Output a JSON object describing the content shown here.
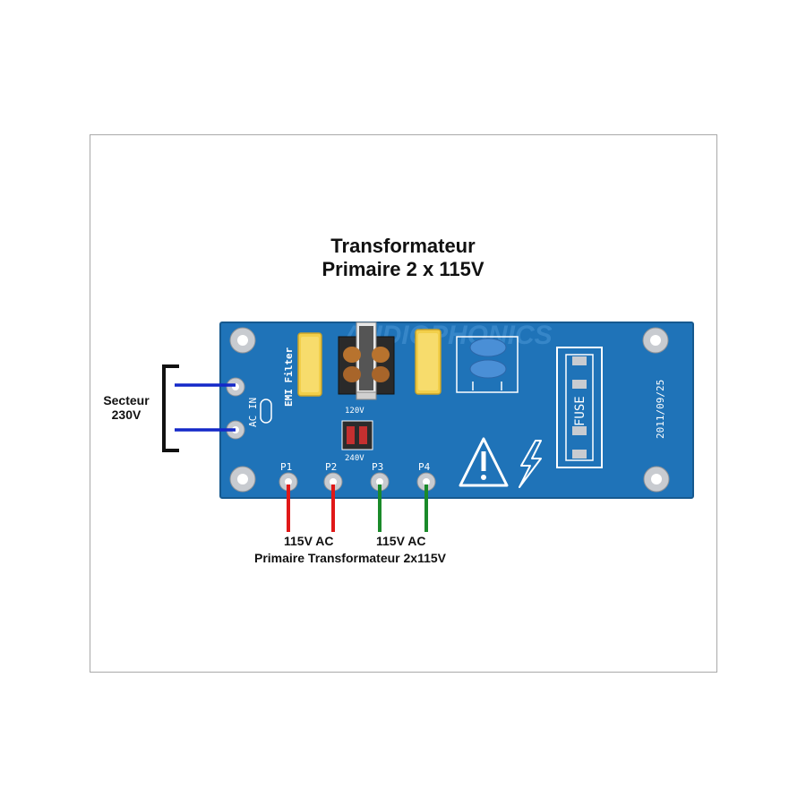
{
  "title": {
    "line1": "Transformateur",
    "line2": "Primaire 2 x 115V"
  },
  "mains": {
    "line1": "Secteur",
    "line2": "230V"
  },
  "primary_labels": {
    "left": "115V AC",
    "right": "115V AC",
    "bottom": "Primaire Transformateur 2x115V"
  },
  "board": {
    "watermark": "AUDIOPHONICS",
    "emi_label": "EMI Filter",
    "ac_in_label": "AC IN",
    "voltage_top": "120V",
    "voltage_bottom": "240V",
    "fuse_label": "FUSE",
    "date": "2011/09/25",
    "pins": [
      "P1",
      "P2",
      "P3",
      "P4"
    ]
  },
  "colors": {
    "board": "#1f73b8",
    "mains_wires": "#1428c8",
    "p1_p2_wires": "#e01818",
    "p3_p4_wires": "#1a8a2a",
    "bracket": "#111111",
    "capacitor": "#f2cf4a",
    "ceramic_capacitor": "#4a8fd6"
  }
}
